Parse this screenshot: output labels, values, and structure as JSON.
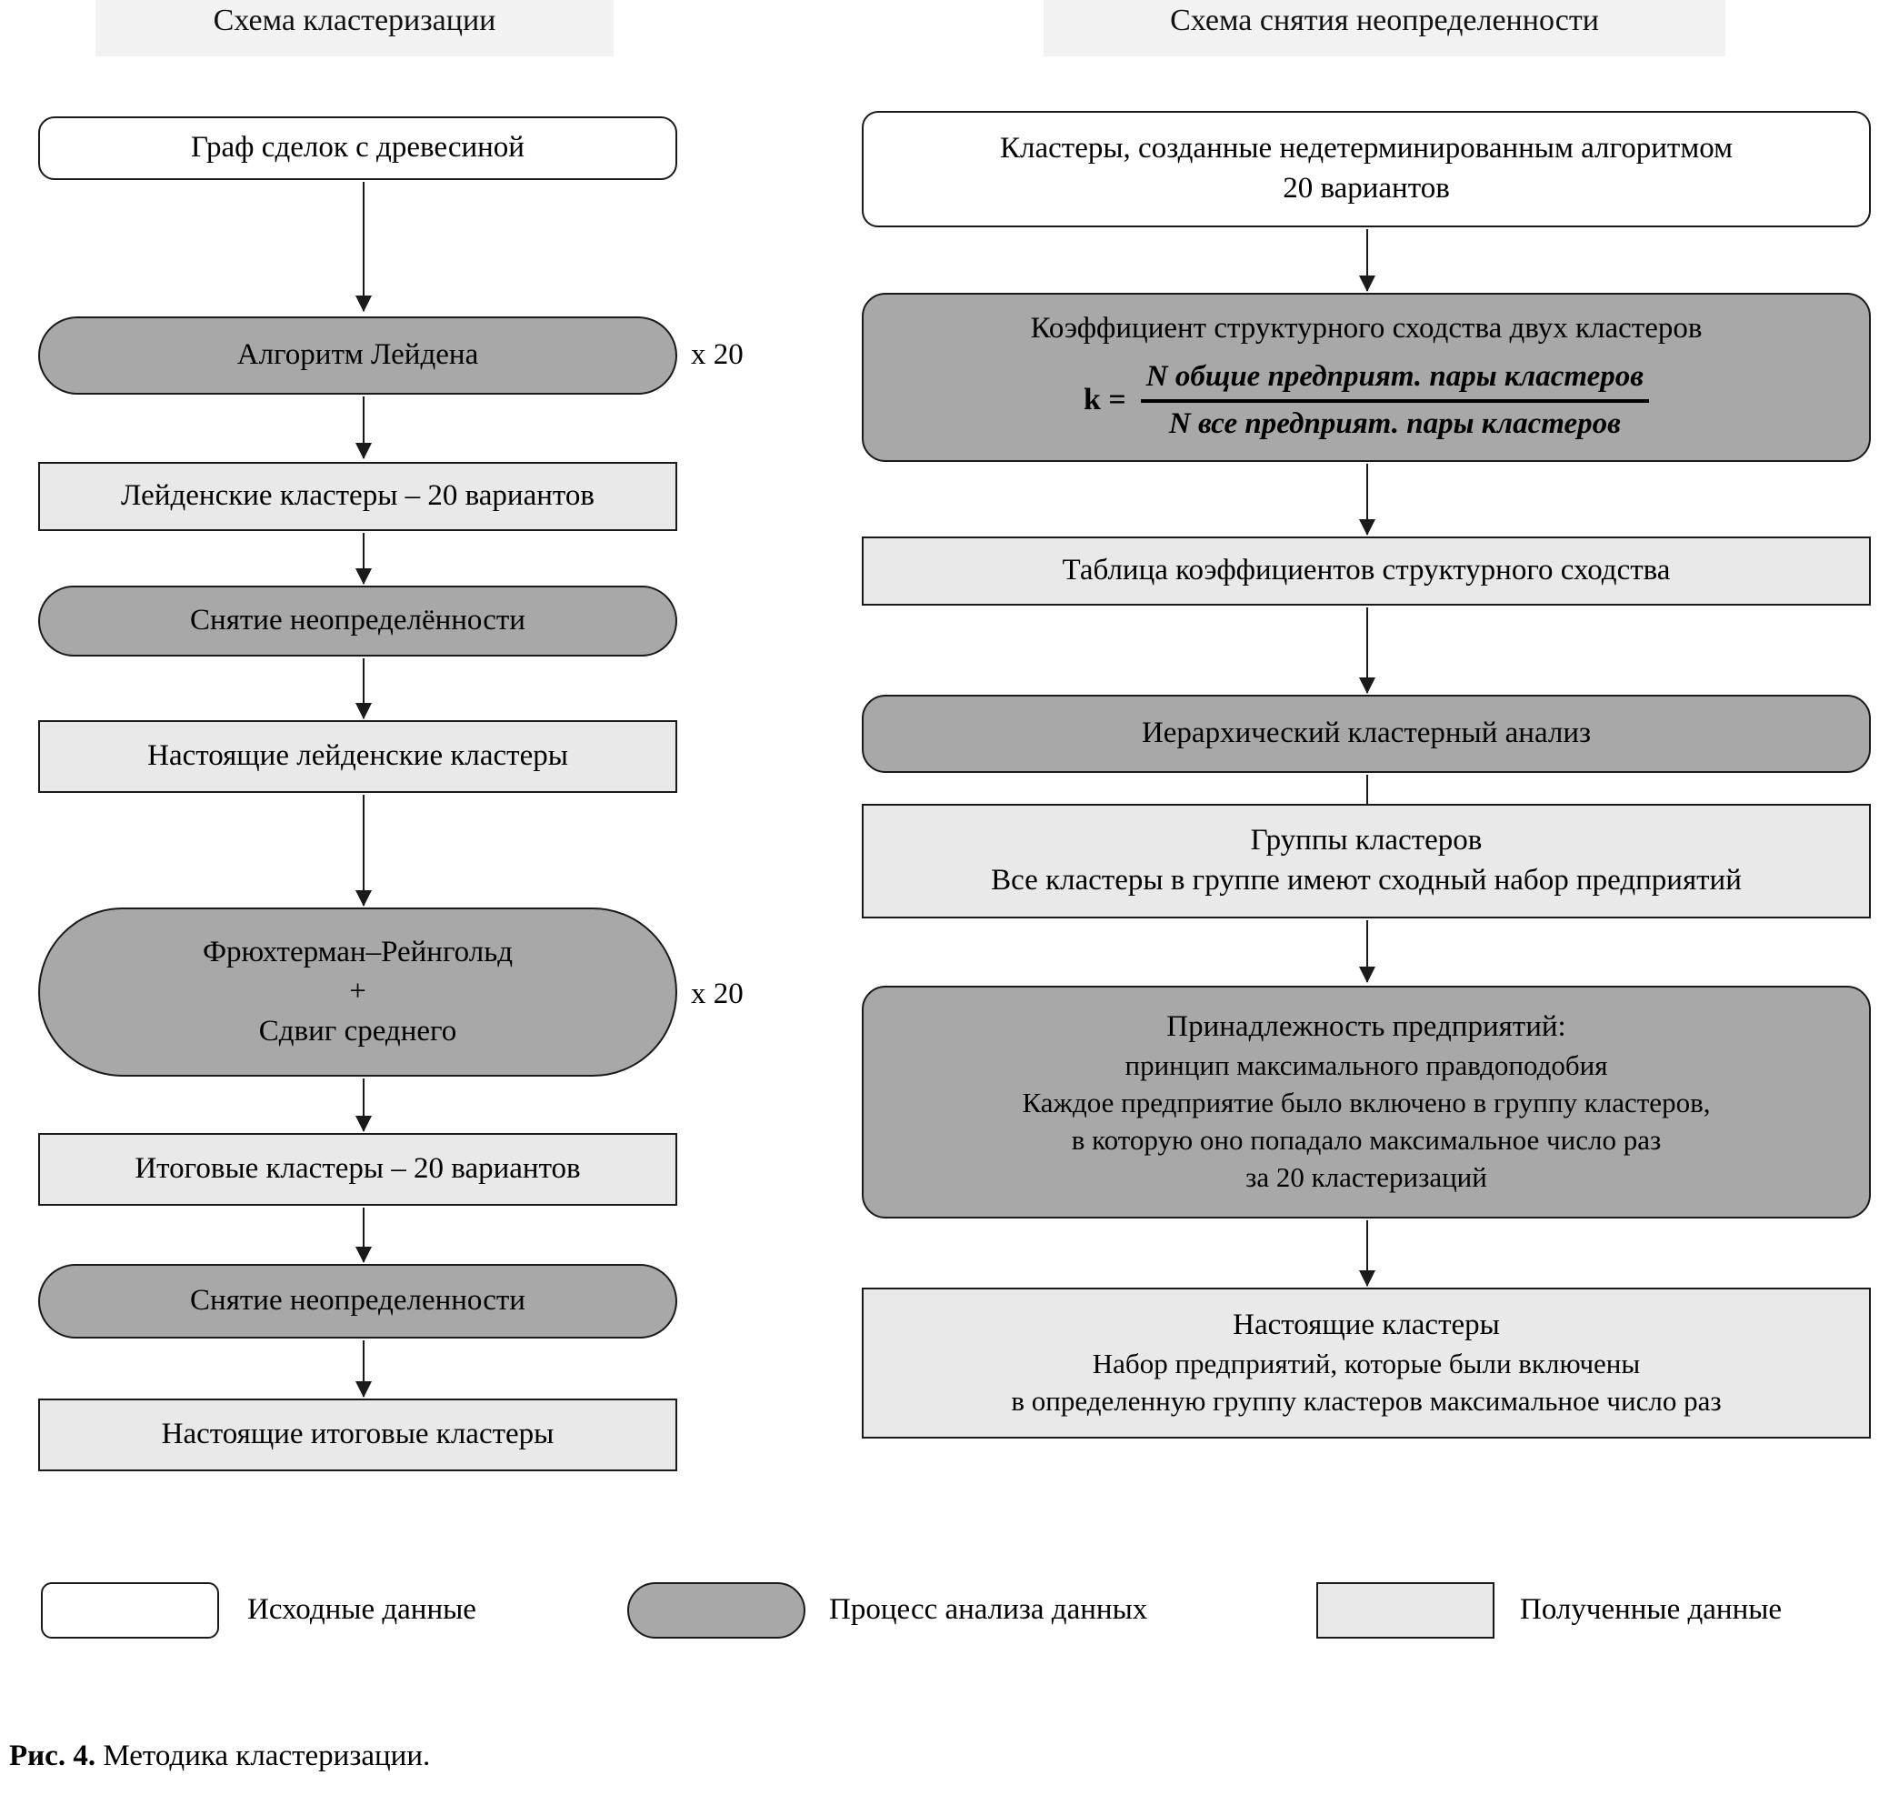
{
  "figure": {
    "caption_number": "Рис. 4.",
    "caption_text": " Методика кластеризации."
  },
  "columns": {
    "left_title": "Схема кластеризации",
    "right_title": "Схема снятия неопределенности"
  },
  "left_flow": {
    "nodes": [
      {
        "label": "Граф сделок с древесиной",
        "type": "source"
      },
      {
        "label": "Алгоритм Лейдена",
        "type": "process",
        "multiplier": "х 20"
      },
      {
        "label": "Лейденские кластеры – 20 вариантов",
        "type": "result"
      },
      {
        "label": "Снятие неопределённости",
        "type": "process"
      },
      {
        "label": "Настоящие лейденские кластеры",
        "type": "result"
      },
      {
        "line1": "Фрюхтерман–Рейнгольд",
        "line2": "+",
        "line3": "Сдвиг среднего",
        "type": "process",
        "multiplier": "х 20"
      },
      {
        "label": "Итоговые кластеры – 20 вариантов",
        "type": "result"
      },
      {
        "label": "Снятие неопределенности",
        "type": "process"
      },
      {
        "label": "Настоящие итоговые кластеры",
        "type": "result"
      }
    ]
  },
  "right_flow": {
    "node1": {
      "line1": "Кластеры, созданные недетерминированным алгоритмом",
      "line2": "20 вариантов",
      "type": "source"
    },
    "node2": {
      "title": "Коэффициент структурного сходства двух кластеров",
      "k_symbol": "k =",
      "numerator": "N общие предприят. пары кластеров",
      "denominator": "N все предприят. пары кластеров",
      "type": "process"
    },
    "node3": {
      "label": "Таблица коэффициентов структурного сходства",
      "type": "result"
    },
    "node4": {
      "label": "Иерархический кластерный анализ",
      "type": "process"
    },
    "node5": {
      "line1": "Группы кластеров",
      "line2": "Все кластеры в группе имеют сходный набор предприятий",
      "type": "result"
    },
    "node6": {
      "line1": "Принадлежность предприятий:",
      "line2": "принцип максимального правдоподобия",
      "line3": "Каждое предприятие было включено в группу кластеров,",
      "line4": "в которую оно попадало максимальное число раз",
      "line5": "за 20 кластеризаций",
      "type": "process"
    },
    "node7": {
      "line1": "Настоящие кластеры",
      "line2": "Набор предприятий, которые были включены",
      "line3": "в определенную группу кластеров максимальное число раз",
      "type": "result"
    }
  },
  "legend": {
    "items": [
      {
        "label": "Исходные данные",
        "shape": "rounded-rect",
        "fill": "#ffffff"
      },
      {
        "label": "Процесс анализа данных",
        "shape": "stadium",
        "fill": "#a8a8a8"
      },
      {
        "label": "Полученные данные",
        "shape": "rect",
        "fill": "#e9e9e9"
      }
    ]
  },
  "colors": {
    "source_fill": "#ffffff",
    "process_fill": "#a8a8a8",
    "result_fill": "#e9e9e9",
    "header_fill": "#f2f2f2",
    "stroke": "#1a1a1a"
  }
}
